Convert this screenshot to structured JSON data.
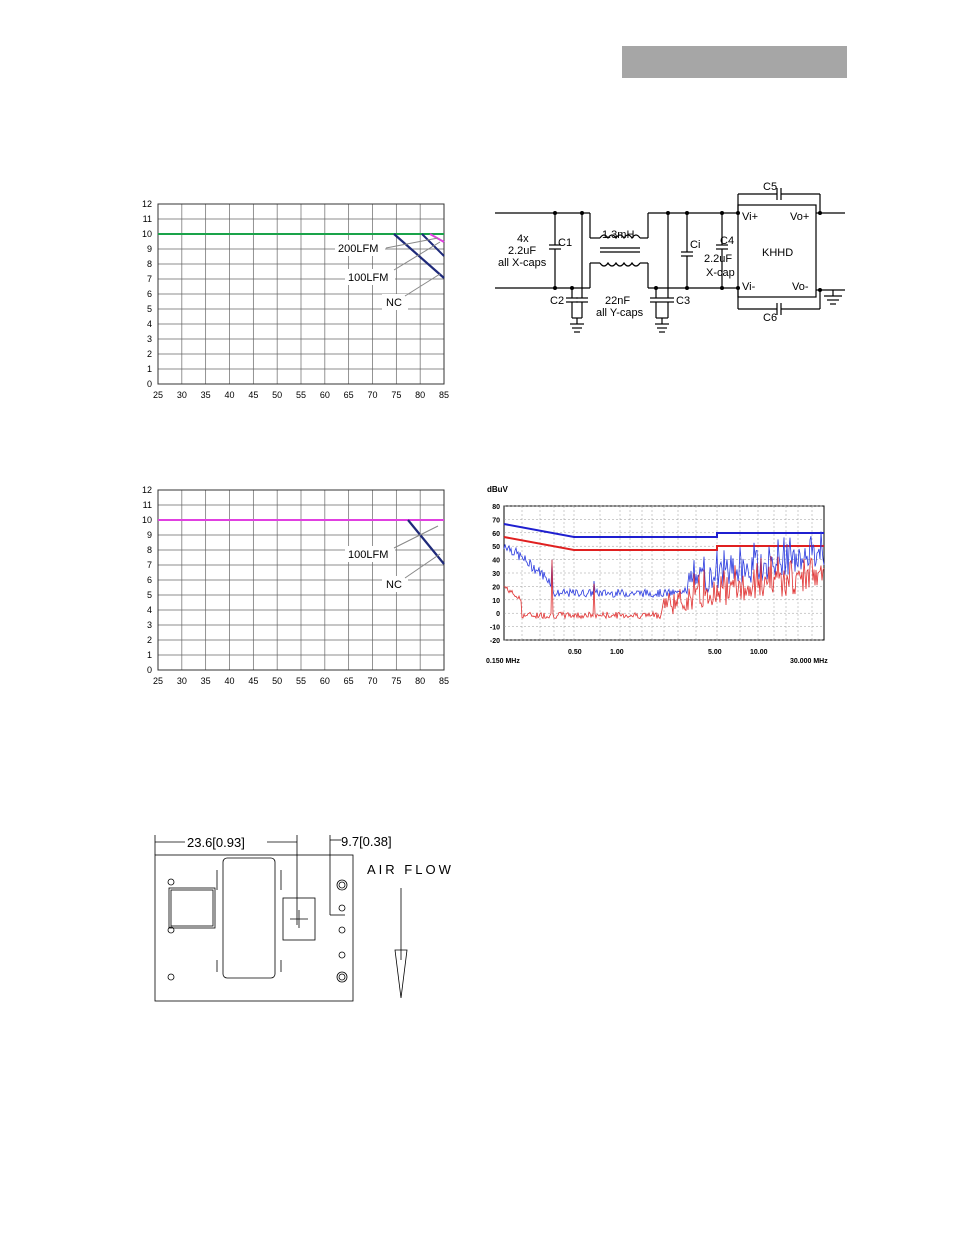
{
  "header": {
    "bar_label": ""
  },
  "derating1": {
    "y_ticks": [
      "0",
      "1",
      "2",
      "3",
      "4",
      "5",
      "6",
      "7",
      "8",
      "9",
      "10",
      "11",
      "12"
    ],
    "x_ticks": [
      "25",
      "30",
      "35",
      "40",
      "45",
      "50",
      "55",
      "60",
      "65",
      "70",
      "75",
      "80",
      "85"
    ],
    "annotations": [
      "200LFM",
      "100LFM",
      "NC"
    ],
    "colors": {
      "flat": "#1aa34a",
      "nc": "#1f2a7a",
      "lfm200": "#e040e0",
      "grid": "#555555"
    }
  },
  "derating2": {
    "y_ticks": [
      "0",
      "1",
      "2",
      "3",
      "4",
      "5",
      "6",
      "7",
      "8",
      "9",
      "10",
      "11",
      "12"
    ],
    "x_ticks": [
      "25",
      "30",
      "35",
      "40",
      "45",
      "50",
      "55",
      "60",
      "65",
      "70",
      "75",
      "80",
      "85"
    ],
    "annotations": [
      "100LFM",
      "NC"
    ],
    "colors": {
      "flat": "#e040e0",
      "nc": "#1f2a7a"
    }
  },
  "schematic": {
    "labels": {
      "x_caps_count": "4x",
      "x_caps_value": "2.2uF",
      "x_caps_note": "all X-caps",
      "c1": "C1",
      "inductor": "1.3mH",
      "ci": "Ci",
      "c4": "C4",
      "c4_value": "2.2uF",
      "c4_type": "X-cap",
      "module": "KHHD",
      "vi_plus": "Vi+",
      "vi_minus": "Vi-",
      "vo_plus": "Vo+",
      "vo_minus": "Vo-",
      "c5": "C5",
      "c6": "C6",
      "c2": "C2",
      "c3": "C3",
      "y_caps_value": "22nF",
      "y_caps_note": "all Y-caps"
    }
  },
  "emi_chart": {
    "unit_label": "dBuV",
    "y_ticks": [
      "80",
      "70",
      "60",
      "50",
      "40",
      "30",
      "20",
      "10",
      "0",
      "-10",
      "-20"
    ],
    "x_labels": [
      "0.150 MHz",
      "0.50",
      "1.00",
      "5.00",
      "10.00",
      "30.000 MHz"
    ],
    "colors": {
      "limit_qp": "#1f1fd0",
      "limit_avg": "#e02020",
      "trace_blue": "#2a3adf",
      "trace_red": "#e03030"
    }
  },
  "mechanical": {
    "dim1": "23.6[0.93]",
    "dim2": "9.7[0.38]",
    "airflow": "AIR FLOW"
  }
}
